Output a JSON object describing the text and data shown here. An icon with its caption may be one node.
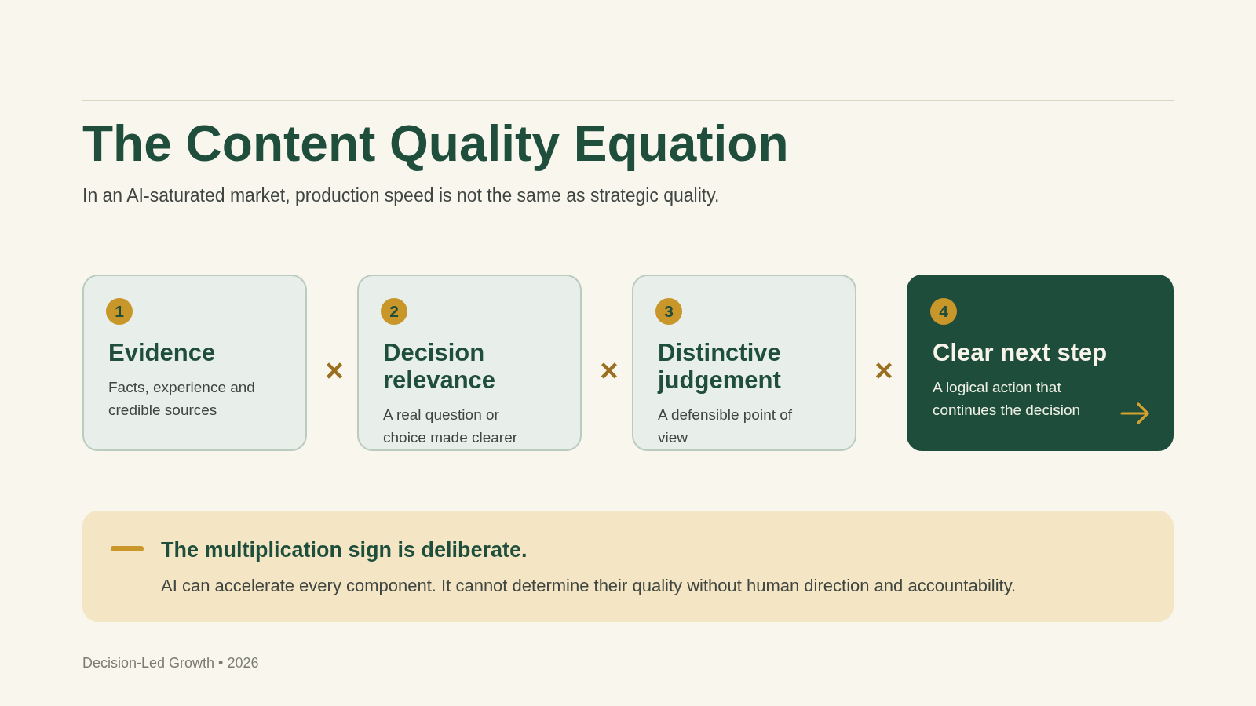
{
  "diagram": {
    "title": "The Content Quality Equation",
    "nodes": [
      {
        "text": [
          "Evidence",
          "Facts, experience and credible sources"
        ]
      },
      {
        "text": [
          "1"
        ],
        "in": 0
      },
      {
        "text": [
          "Decision relevance",
          "A real question or choice made clearer"
        ]
      },
      {
        "text": [
          "2"
        ],
        "in": 2
      },
      {
        "text": [
          "Distinctive judgement",
          "A defensible point of view"
        ]
      },
      {
        "text": [
          "3"
        ],
        "in": 4
      },
      {
        "text": [
          "Clear next step",
          "A logical action that continues the decision"
        ]
      },
      {
        "text": [
          "4"
        ],
        "in": 6
      },
      {
        "text": [
          "The multiplication sign is deliberate.",
          "AI can accelerate every component. It cannot determine their quality without human direction and accountability."
        ]
      }
    ],
    "labels": [
      "In an AI-saturated market, production speed is not the same as strategic quality.",
      "×",
      "×",
      "×",
      "Decision-Led Growth • 2026"
    ]
  }
}
